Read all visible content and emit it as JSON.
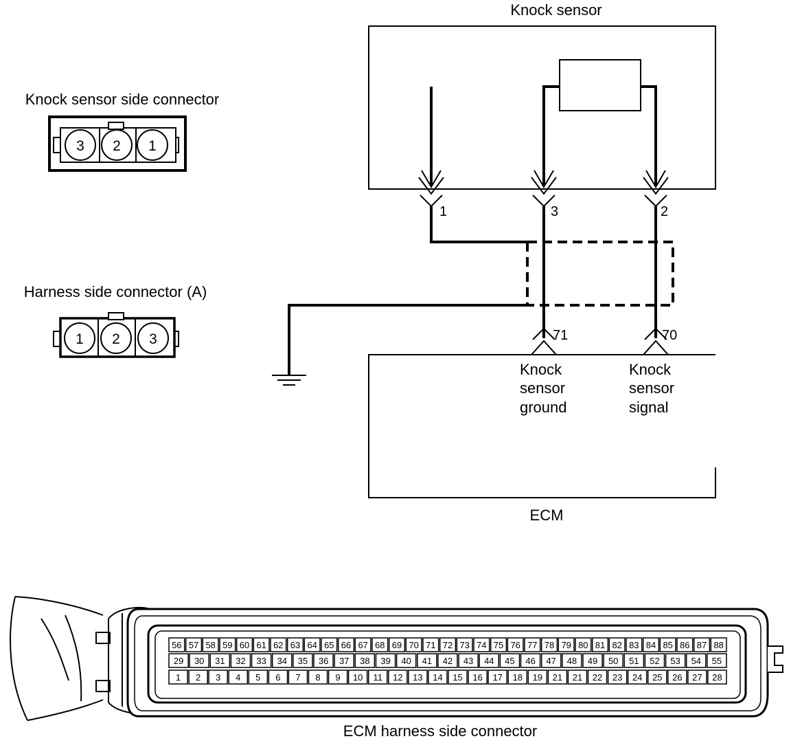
{
  "knock_sensor": {
    "title": "Knock sensor",
    "pins": [
      "1",
      "3",
      "2"
    ]
  },
  "sensor_connector": {
    "title": "Knock sensor side connector",
    "pins": [
      "3",
      "2",
      "1"
    ]
  },
  "harness_connector": {
    "title": "Harness side connector (A)",
    "pins": [
      "1",
      "2",
      "3"
    ]
  },
  "ecm": {
    "title": "ECM",
    "terminals": [
      "71",
      "70"
    ],
    "ground_label": [
      "Knock",
      "sensor",
      "ground"
    ],
    "signal_label": [
      "Knock",
      "sensor",
      "signal"
    ]
  },
  "ecm_connector": {
    "title": "ECM harness side connector",
    "row1": [
      "56",
      "57",
      "58",
      "59",
      "60",
      "61",
      "62",
      "63",
      "64",
      "65",
      "66",
      "67",
      "68",
      "69",
      "70",
      "71",
      "72",
      "73",
      "74",
      "75",
      "76",
      "77",
      "78",
      "79",
      "80",
      "81",
      "82",
      "83",
      "84",
      "85",
      "86",
      "87",
      "88"
    ],
    "row2": [
      "29",
      "30",
      "31",
      "32",
      "33",
      "34",
      "35",
      "36",
      "37",
      "38",
      "39",
      "40",
      "41",
      "42",
      "43",
      "44",
      "45",
      "46",
      "47",
      "48",
      "49",
      "50",
      "51",
      "52",
      "53",
      "54",
      "55"
    ],
    "row3": [
      "1",
      "2",
      "3",
      "4",
      "5",
      "6",
      "7",
      "8",
      "9",
      "10",
      "11",
      "12",
      "13",
      "14",
      "15",
      "16",
      "17",
      "18",
      "19",
      "21",
      "21",
      "22",
      "23",
      "24",
      "25",
      "26",
      "27",
      "28"
    ]
  }
}
